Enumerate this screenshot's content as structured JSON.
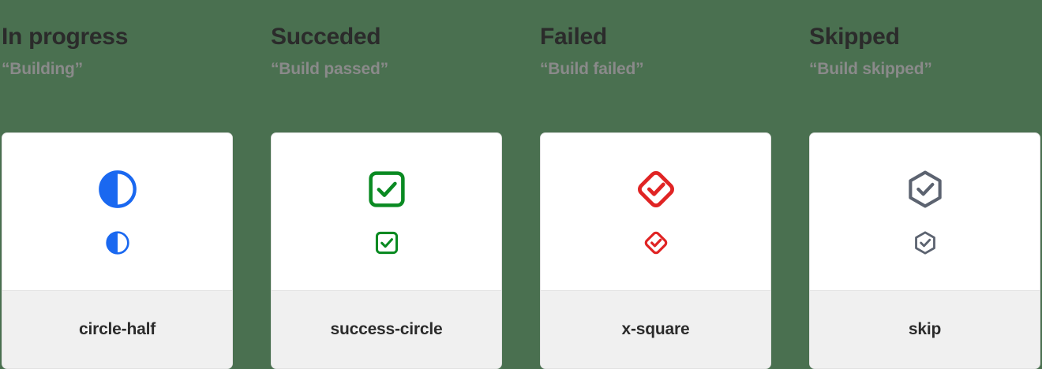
{
  "page": {
    "background_color": "#4a7050"
  },
  "columns": [
    {
      "title": "In progress",
      "subtitle": "“Building”",
      "icon_name": "circle-half-icon",
      "icon_label": "circle-half",
      "color": "#1a68f0"
    },
    {
      "title": "Succeded",
      "subtitle": "“Build passed”",
      "icon_name": "success-circle-icon",
      "icon_label": "success-circle",
      "color": "#0a8a22"
    },
    {
      "title": "Failed",
      "subtitle": "“Build failed”",
      "icon_name": "x-square-icon",
      "icon_label": "x-square",
      "color": "#e02424"
    },
    {
      "title": "Skipped",
      "subtitle": "“Build skipped”",
      "icon_name": "skip-icon",
      "icon_label": "skip",
      "color": "#5c6370"
    }
  ],
  "colors": {
    "title_text": "#2b2b2b",
    "subtitle_text": "#8a8a8a",
    "card_background": "#ffffff",
    "card_footer_background": "#f0f0f0",
    "card_border": "#e2e2e2"
  }
}
